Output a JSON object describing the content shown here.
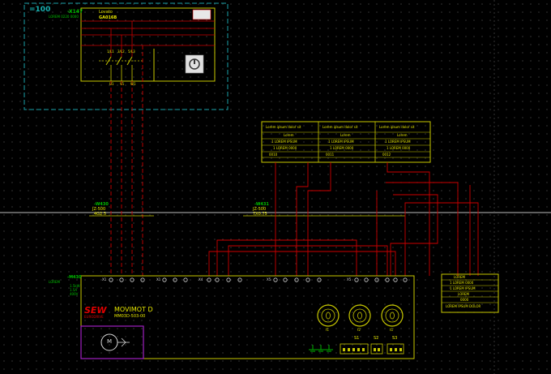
{
  "colors": {
    "background": "#000000",
    "wire": "#cc0000",
    "component_outline": "#c8c800",
    "area_frame": "#1aa0a8",
    "device_text": "#e6e600",
    "designation_text": "#00c000",
    "sew_brand": "#e00000",
    "motor_frame": "#a020c0"
  },
  "area": {
    "label": "=100"
  },
  "isolator": {
    "tag": "-X147",
    "sublabel": "LOREM 0220 0000",
    "brand": "Lovato",
    "model": "GA016B",
    "pole_labels": [
      "1/L1",
      "3/L2",
      "5/L3"
    ],
    "bottom_terminals": [
      "U1",
      "V1",
      "W1"
    ],
    "icon": "rotary-switch-icon"
  },
  "cables": [
    {
      "tag": "-W430",
      "type": "JZ-500",
      "spec": "4G2.5"
    },
    {
      "tag": "-W431",
      "type": "JZ-500",
      "spec": "7X0.75"
    }
  ],
  "io_table": {
    "headers": [
      "Lorem ipsum dolor sit",
      "Lorem ipsum dolor sit",
      "Lorem ipsum dolor sit"
    ],
    "rows": [
      [
        "Lorem",
        "Lorem",
        "Lorem"
      ],
      [
        "1 LOREM IPSUM",
        "1 LOREM IPSUM",
        "1 LOREM IPSUM"
      ],
      [
        "1 LOREM 0000",
        "1 LOREM 0000",
        "1 LOREM 0000"
      ],
      [
        "0010",
        "0011",
        "0012"
      ]
    ]
  },
  "device": {
    "tag": "-M430",
    "designation": "MOVIMOT D",
    "brand": "SEW",
    "brand_sub": "EURODRIVE",
    "model": "MM03D-503-00",
    "extra_labels": [
      "LOREM",
      "1.5kW",
      "1.5A",
      "400V"
    ],
    "terminal_groups": [
      "X1",
      "X1",
      "X4",
      "X5",
      "X5"
    ],
    "switches": [
      "S1",
      "S2",
      "S3"
    ],
    "knob_labels": [
      "f1",
      "f2",
      "t1"
    ],
    "motor_symbol": "M"
  },
  "side_table": {
    "rows": [
      "LOREM",
      "1 LOREM 0000",
      "1 LOREM IPSUM",
      "LOREM",
      "0000",
      "LOREM IPSUM DOLOR"
    ]
  }
}
